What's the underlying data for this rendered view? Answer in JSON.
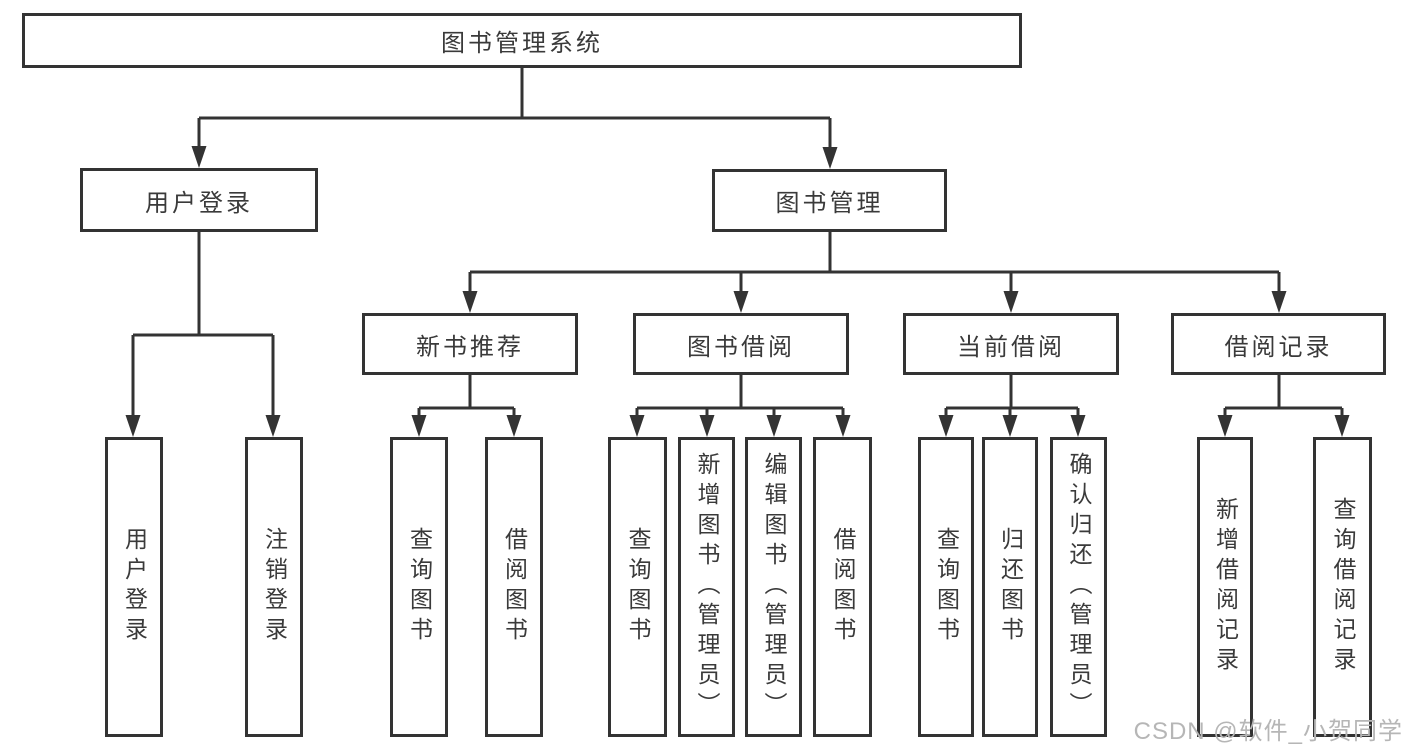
{
  "diagram_title": "图书管理系统",
  "nodes": {
    "root": "图书管理系统",
    "user_login": "用户登录",
    "book_mgmt": "图书管理",
    "new_books": "新书推荐",
    "book_borrow": "图书借阅",
    "current_borrow": "当前借阅",
    "borrow_records": "借阅记录",
    "leaf_user_login": "用户登录",
    "leaf_logout": "注销登录",
    "leaf_query_books_1": "查询图书",
    "leaf_borrow_books_1": "借阅图书",
    "leaf_query_books_2": "查询图书",
    "leaf_add_books": "新增图书（管理员）",
    "leaf_edit_books": "编辑图书（管理员）",
    "leaf_borrow_books_2": "借阅图书",
    "leaf_query_books_3": "查询图书",
    "leaf_return_books": "归还图书",
    "leaf_confirm_return": "确认归还（管理员）",
    "leaf_add_record": "新增借阅记录",
    "leaf_query_record": "查询借阅记录"
  },
  "edges": [
    [
      "图书管理系统",
      "用户登录"
    ],
    [
      "图书管理系统",
      "图书管理"
    ],
    [
      "用户登录",
      "用户登录"
    ],
    [
      "用户登录",
      "注销登录"
    ],
    [
      "图书管理",
      "新书推荐"
    ],
    [
      "图书管理",
      "图书借阅"
    ],
    [
      "图书管理",
      "当前借阅"
    ],
    [
      "图书管理",
      "借阅记录"
    ],
    [
      "新书推荐",
      "查询图书"
    ],
    [
      "新书推荐",
      "借阅图书"
    ],
    [
      "图书借阅",
      "查询图书"
    ],
    [
      "图书借阅",
      "新增图书（管理员）"
    ],
    [
      "图书借阅",
      "编辑图书（管理员）"
    ],
    [
      "图书借阅",
      "借阅图书"
    ],
    [
      "当前借阅",
      "查询图书"
    ],
    [
      "当前借阅",
      "归还图书"
    ],
    [
      "当前借阅",
      "确认归还（管理员）"
    ],
    [
      "借阅记录",
      "新增借阅记录"
    ],
    [
      "借阅记录",
      "查询借阅记录"
    ]
  ],
  "watermark": {
    "text": "CSDN @软件_小贺同学"
  },
  "colors": {
    "line": "#333333",
    "text": "#3a3a3a",
    "watermark": "#b6b6b6",
    "background": "#ffffff"
  }
}
